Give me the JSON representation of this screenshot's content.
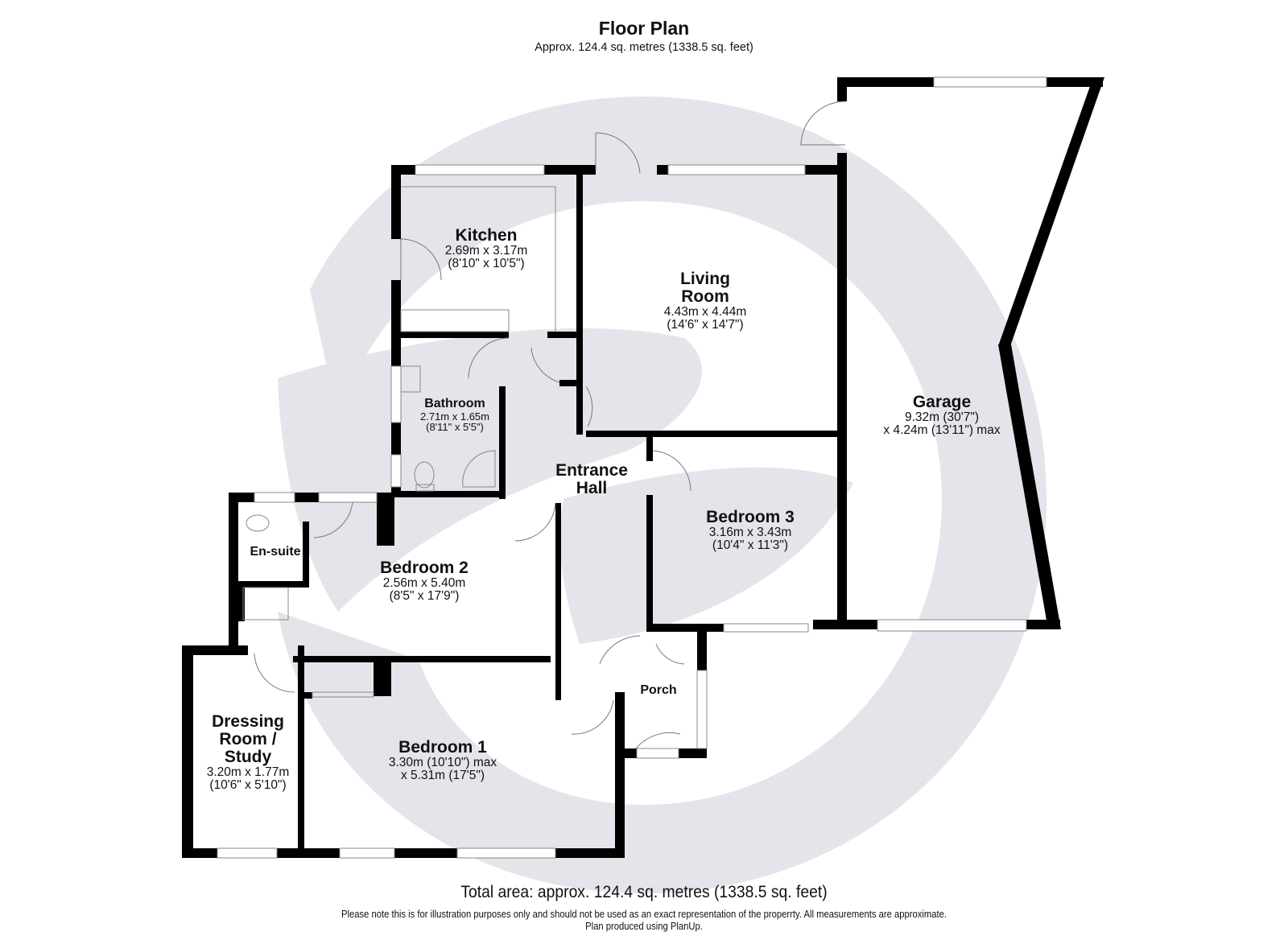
{
  "header": {
    "title": "Floor Plan",
    "subtitle": "Approx. 124.4 sq. metres (1338.5 sq. feet)"
  },
  "rooms": {
    "kitchen": {
      "name": "Kitchen",
      "dim_metric": "2.69m x 3.17m",
      "dim_imperial": "(8'10\" x 10'5\")"
    },
    "living_room": {
      "name_line1": "Living",
      "name_line2": "Room",
      "dim_metric": "4.43m x 4.44m",
      "dim_imperial": "(14'6\" x 14'7\")"
    },
    "garage": {
      "name": "Garage",
      "dim_line1": "9.32m (30'7\")",
      "dim_line2": "x 4.24m (13'11\") max"
    },
    "bathroom": {
      "name": "Bathroom",
      "dim_metric": "2.71m x 1.65m",
      "dim_imperial": "(8'11\" x 5'5\")"
    },
    "entrance_hall": {
      "name_line1": "Entrance",
      "name_line2": "Hall"
    },
    "bedroom_3": {
      "name": "Bedroom 3",
      "dim_metric": "3.16m x 3.43m",
      "dim_imperial": "(10'4\" x 11'3\")"
    },
    "en_suite": {
      "name": "En-suite"
    },
    "bedroom_2": {
      "name": "Bedroom 2",
      "dim_metric": "2.56m x 5.40m",
      "dim_imperial": "(8'5\" x 17'9\")"
    },
    "porch": {
      "name": "Porch"
    },
    "dressing_room": {
      "name_line1": "Dressing",
      "name_line2": "Room /",
      "name_line3": "Study",
      "dim_metric": "3.20m x 1.77m",
      "dim_imperial": "(10'6\" x 5'10\")"
    },
    "bedroom_1": {
      "name": "Bedroom 1",
      "dim_line1": "3.30m (10'10\") max",
      "dim_line2": "x 5.31m (17'5\")"
    }
  },
  "footer": {
    "total_area": "Total area: approx. 124.4 sq. metres (1338.5 sq. feet)",
    "disclaimer": "Please note this is for illustration purposes only and should not be used as an exact representation of the properrty. All measurements are approximate.",
    "credit": "Plan produced using PlanUp."
  },
  "colors": {
    "wall": "#000000",
    "watermark": "#e4e4ea",
    "fixture_line": "#888888"
  }
}
